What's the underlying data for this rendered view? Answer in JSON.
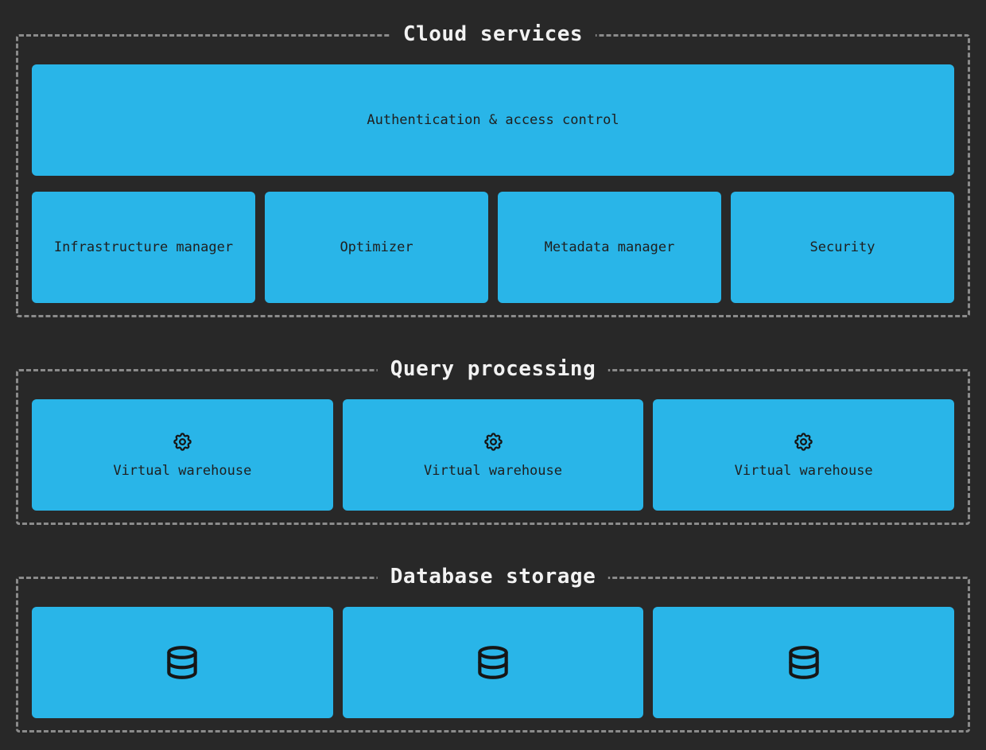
{
  "colors": {
    "background": "#282828",
    "accent": "#29b5e8",
    "dashed_border": "#8b8b8b",
    "title_text": "#f2f2f2",
    "box_text": "#1f1f1f",
    "icon_stroke": "#161616"
  },
  "sections": [
    {
      "title": "Cloud services",
      "full_width_box": {
        "label": "Authentication & access control"
      },
      "boxes": [
        {
          "label": "Infrastructure manager"
        },
        {
          "label": "Optimizer"
        },
        {
          "label": "Metadata manager"
        },
        {
          "label": "Security"
        }
      ]
    },
    {
      "title": "Query processing",
      "boxes": [
        {
          "icon": "gear-icon",
          "label": "Virtual warehouse"
        },
        {
          "icon": "gear-icon",
          "label": "Virtual warehouse"
        },
        {
          "icon": "gear-icon",
          "label": "Virtual warehouse"
        }
      ]
    },
    {
      "title": "Database storage",
      "boxes": [
        {
          "icon": "database-icon"
        },
        {
          "icon": "database-icon"
        },
        {
          "icon": "database-icon"
        }
      ]
    }
  ]
}
